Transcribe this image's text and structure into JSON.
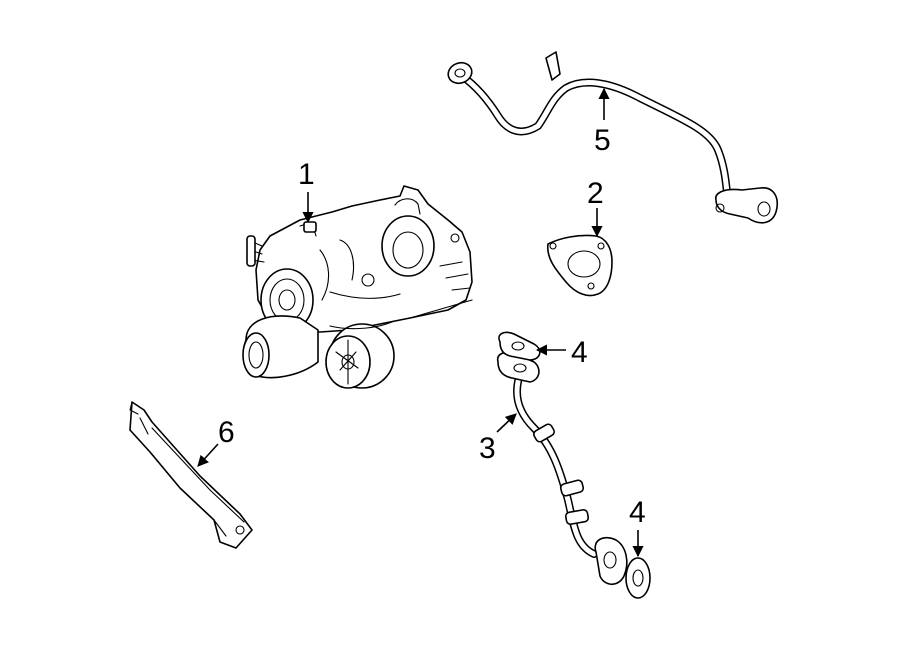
{
  "callouts": {
    "c1": "1",
    "c2": "2",
    "c3": "3",
    "c4a": "4",
    "c4b": "4",
    "c5": "5",
    "c6": "6"
  },
  "colors": {
    "line": "#000000",
    "background": "#ffffff"
  }
}
